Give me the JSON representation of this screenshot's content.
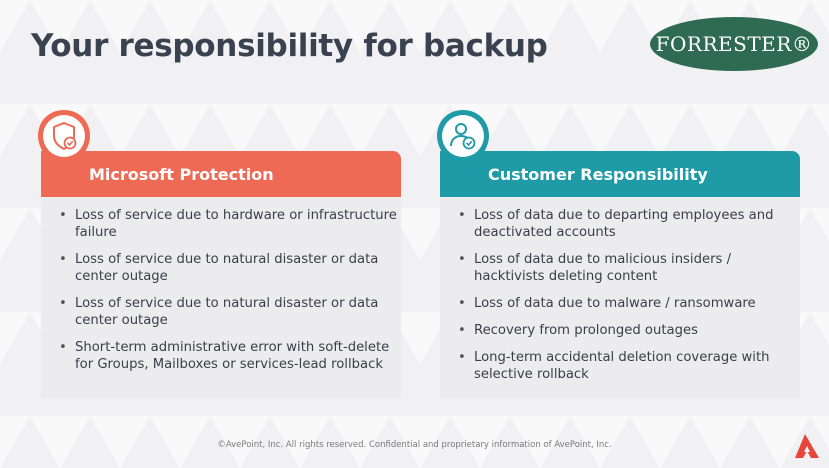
{
  "title": "Your responsibility for backup",
  "logo": {
    "text": "FORRESTER®",
    "color": "#2f6b53"
  },
  "left_panel": {
    "header": "Microsoft Protection",
    "icon": "shield-check-icon",
    "accent": "#ee6a55",
    "items": [
      "Loss of service due to hardware or infrastructure failure",
      "Loss of service due to natural disaster or data center outage",
      "Loss of service due to natural disaster or data center outage",
      "Short-term administrative error with soft-delete for Groups, Mailboxes or services-lead rollback"
    ]
  },
  "right_panel": {
    "header": "Customer Responsibility",
    "icon": "user-check-icon",
    "accent": "#1f9aa7",
    "items": [
      "Loss of data due to departing employees and deactivated accounts",
      "Loss of data due to malicious insiders / hacktivists deleting content",
      "Loss of data due to malware / ransomware",
      "Recovery from prolonged outages",
      "Long-term accidental deletion coverage with selective rollback"
    ]
  },
  "footer": "©AvePoint, Inc. All rights reserved. Confidential and proprietary information of AvePoint, Inc.",
  "brand_icon": "avepoint-logo-icon"
}
